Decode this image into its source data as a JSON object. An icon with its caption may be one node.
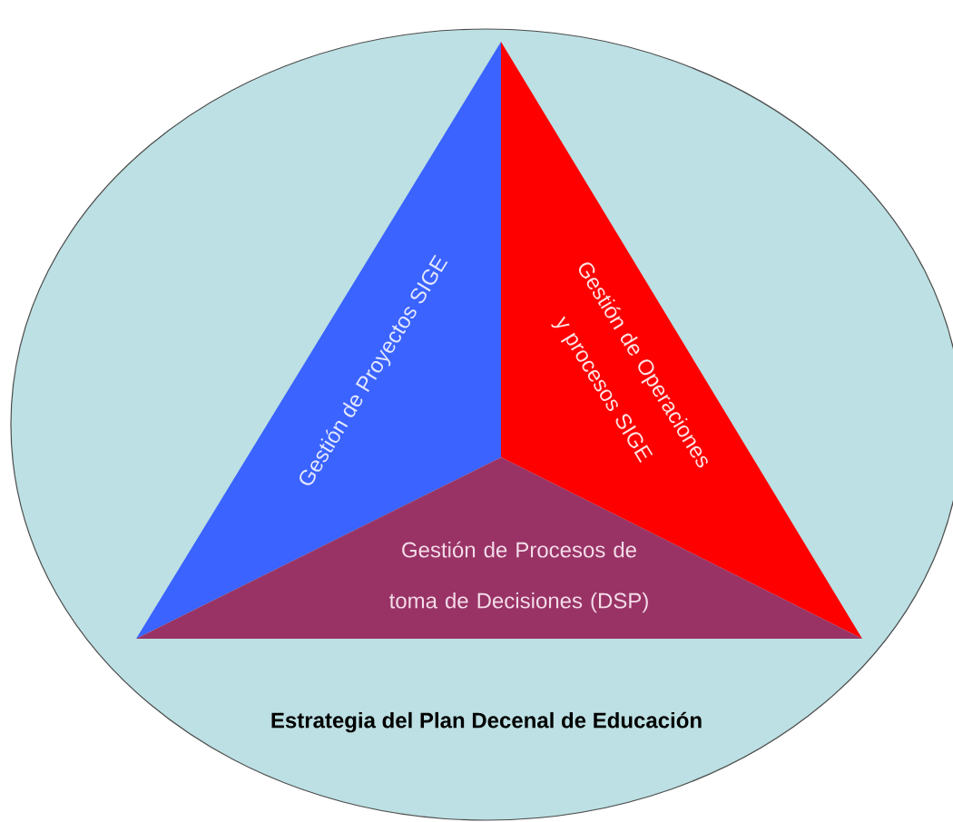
{
  "diagram": {
    "nodes": [
      {
        "text": [
          "Estrategia del Plan Decenal de Educación"
        ]
      },
      {
        "text": [
          "Gestión de Proyectos SIGE"
        ],
        "in": 0
      },
      {
        "text": [
          "Gestión de Operaciones y procesos SIGE"
        ],
        "in": 0
      },
      {
        "text": [
          "Gestión de Procesos de toma de Decisiones (DSP)"
        ],
        "in": 0
      }
    ]
  }
}
